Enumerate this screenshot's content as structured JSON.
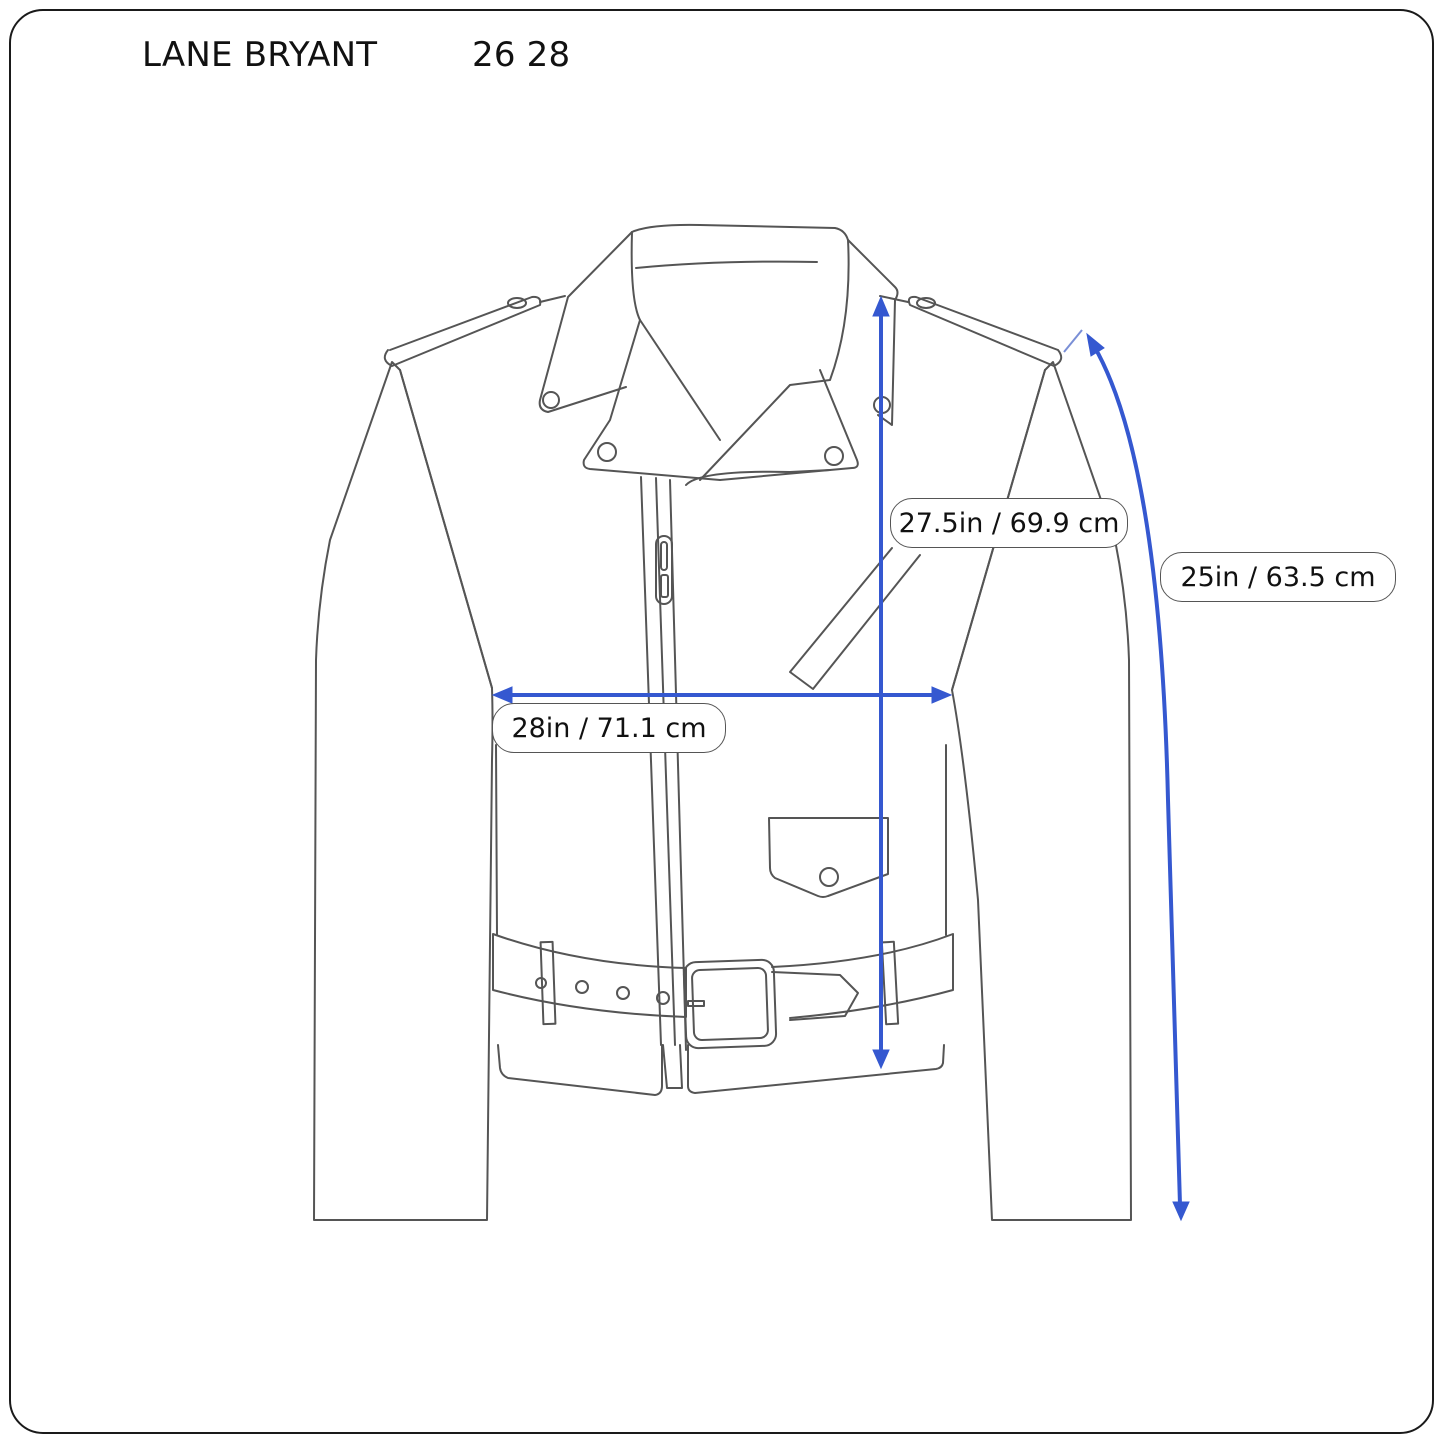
{
  "header": {
    "brand": "LANE BRYANT",
    "size": "26 28"
  },
  "garment": {
    "type": "moto jacket with belt",
    "icon": "jacket-outline-icon"
  },
  "measurements": [
    {
      "id": "length",
      "label": "27.5in / 69.9 cm",
      "orientation": "vertical"
    },
    {
      "id": "sleeve",
      "label": "25in / 63.5 cm",
      "orientation": "curved-vertical"
    },
    {
      "id": "chest",
      "label": "28in / 71.1 cm",
      "orientation": "horizontal"
    }
  ],
  "colors": {
    "outline": "#555555",
    "measure_arrow": "#3558d0",
    "frame": "#1a1a1a",
    "background": "#ffffff"
  }
}
